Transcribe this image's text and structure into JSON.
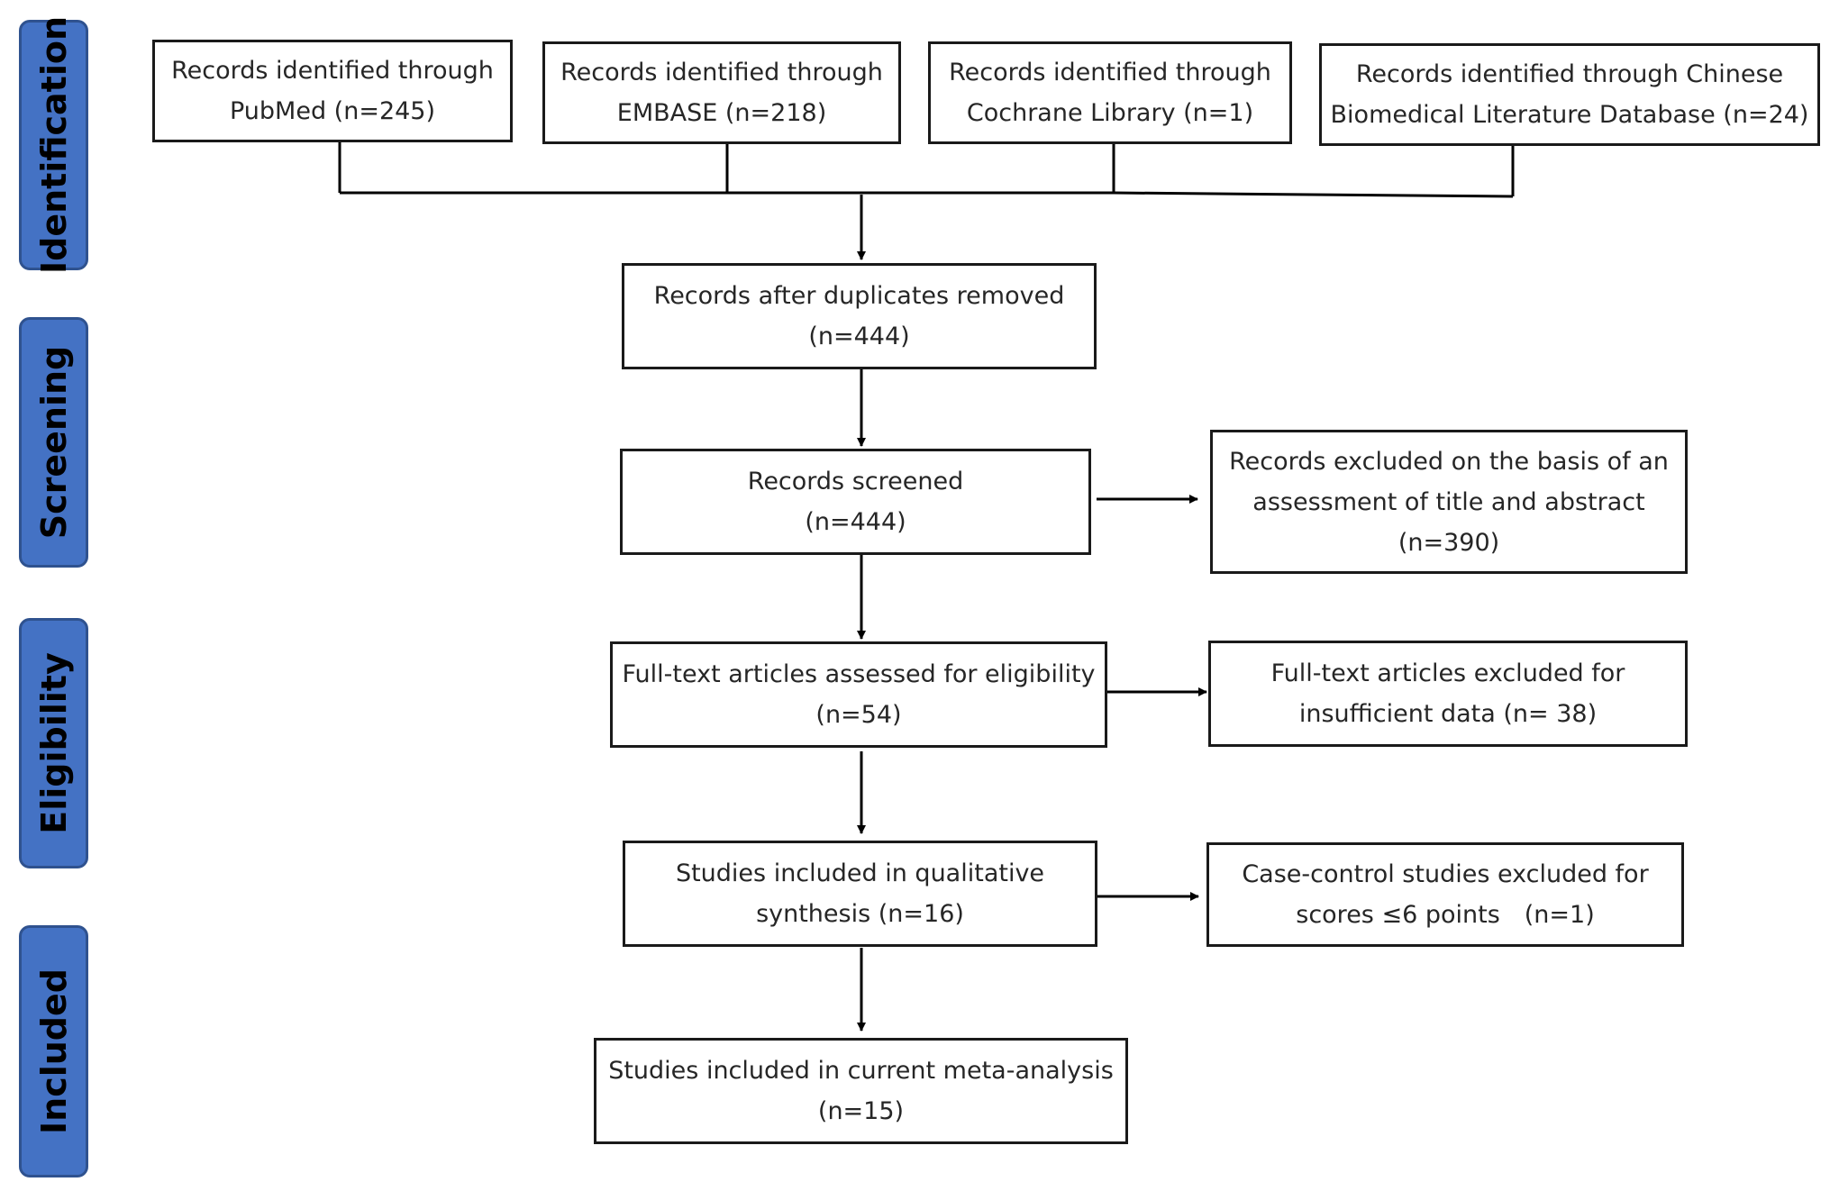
{
  "stages": {
    "identification": "Identification",
    "screening": "Screening",
    "eligibility": "Eligibility",
    "included": "Included"
  },
  "boxes": {
    "pubmed": [
      "Records identified through",
      "PubMed (n=245)"
    ],
    "embase": [
      "Records identified through",
      "EMBASE (n=218)"
    ],
    "cochrane": [
      "Records identified through",
      "Cochrane Library (n=1)"
    ],
    "cbld": [
      "Records identified through Chinese",
      "Biomedical Literature Database (n=24)"
    ],
    "duplicates_removed": [
      "Records after duplicates removed",
      "(n=444)"
    ],
    "screened": [
      "Records screened",
      "(n=444)"
    ],
    "excluded_title_abstract": [
      "Records excluded on the basis of an",
      "assessment of title and abstract",
      "(n=390)"
    ],
    "fulltext_assessed": [
      "Full-text articles assessed for eligibility",
      "(n=54)"
    ],
    "fulltext_excluded": [
      "Full-text articles excluded for",
      "insufficient data (n= 38)"
    ],
    "qualitative": [
      "Studies included in qualitative",
      "synthesis (n=16)"
    ],
    "case_control_excluded": [
      "Case-control studies excluded for",
      "scores ≤6 points　(n=1)"
    ],
    "meta_analysis": [
      "Studies included in current meta-analysis",
      "(n=15)"
    ]
  },
  "colors": {
    "stage_fill": "#4472c4",
    "stage_border": "#2f528f",
    "box_border": "#1a1a1a",
    "line": "#000000",
    "text": "#262626"
  }
}
